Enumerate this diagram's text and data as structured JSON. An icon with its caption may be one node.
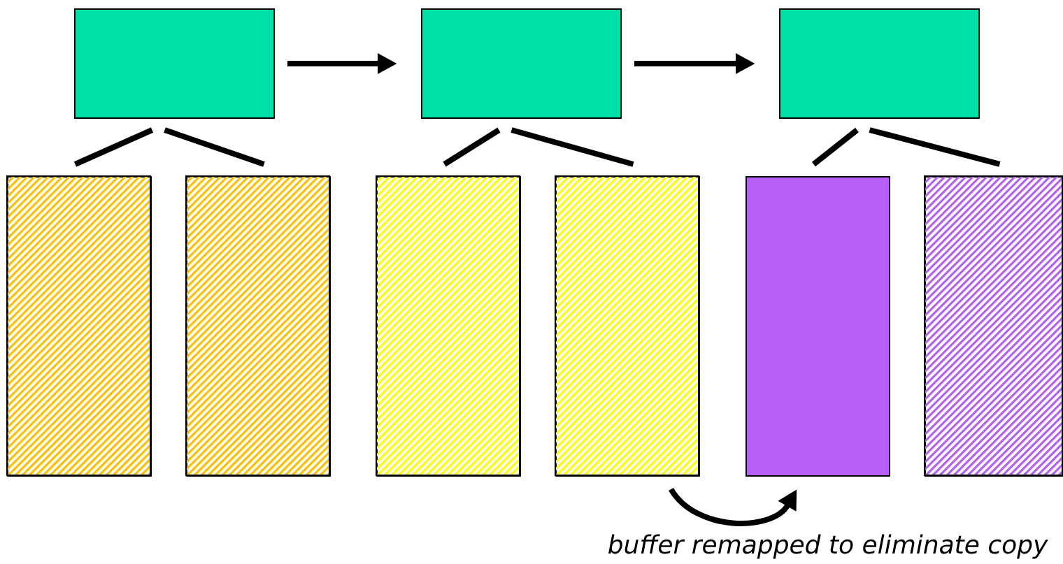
{
  "diagram": {
    "nodes": [
      {
        "text": [],
        "shape": "box"
      },
      {
        "text": [],
        "shape": "box"
      },
      {
        "text": [],
        "shape": "box"
      },
      {
        "text": [],
        "shape": "box"
      },
      {
        "text": [],
        "shape": "box"
      },
      {
        "text": [],
        "shape": "box"
      },
      {
        "text": [],
        "shape": "box"
      },
      {
        "text": [],
        "shape": "box"
      },
      {
        "text": [],
        "shape": "box"
      }
    ],
    "edges": [
      {
        "from": 0,
        "to": 1,
        "arrow": "to"
      },
      {
        "from": 1,
        "to": 2,
        "arrow": "to"
      },
      {
        "from": 0,
        "to": 3,
        "arrow": "none"
      },
      {
        "from": 0,
        "to": 4,
        "arrow": "none"
      },
      {
        "from": 1,
        "to": 5,
        "arrow": "none"
      },
      {
        "from": 1,
        "to": 6,
        "arrow": "none"
      },
      {
        "from": 2,
        "to": 7,
        "arrow": "none"
      },
      {
        "from": 2,
        "to": 8,
        "arrow": "none"
      },
      {
        "from": 6,
        "to": 7,
        "arrow": "to",
        "label": "buffer remapped to eliminate copy"
      }
    ]
  }
}
